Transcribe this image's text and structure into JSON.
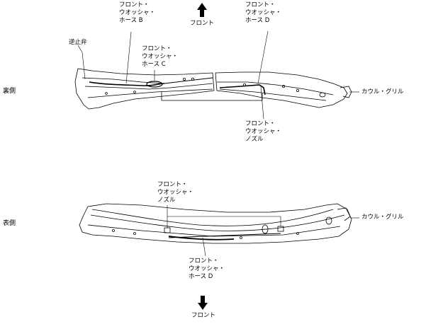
{
  "top_view": {
    "side_label": "裏側",
    "front": "フロント",
    "hose_b": "フロント・\nウオッシャ・\nホース B",
    "hose_c": "フロント・\nウオッシャ・\nホース C",
    "hose_d": "フロント・\nウオッシャ・\nホース D",
    "check_valve": "逆止弁",
    "cowl_grille": "カウル・グリル",
    "nozzle": "フロント・\nウオッシャ・\nノズル"
  },
  "bottom_view": {
    "side_label": "表側",
    "nozzle": "フロント・\nウオッシャ・\nノズル",
    "cowl_grille": "カウル・グリル",
    "hose_d": "フロント・\nウオッシャ・\nホース D",
    "front": "フロント"
  },
  "colors": {
    "line": "#000000",
    "background": "#ffffff"
  }
}
